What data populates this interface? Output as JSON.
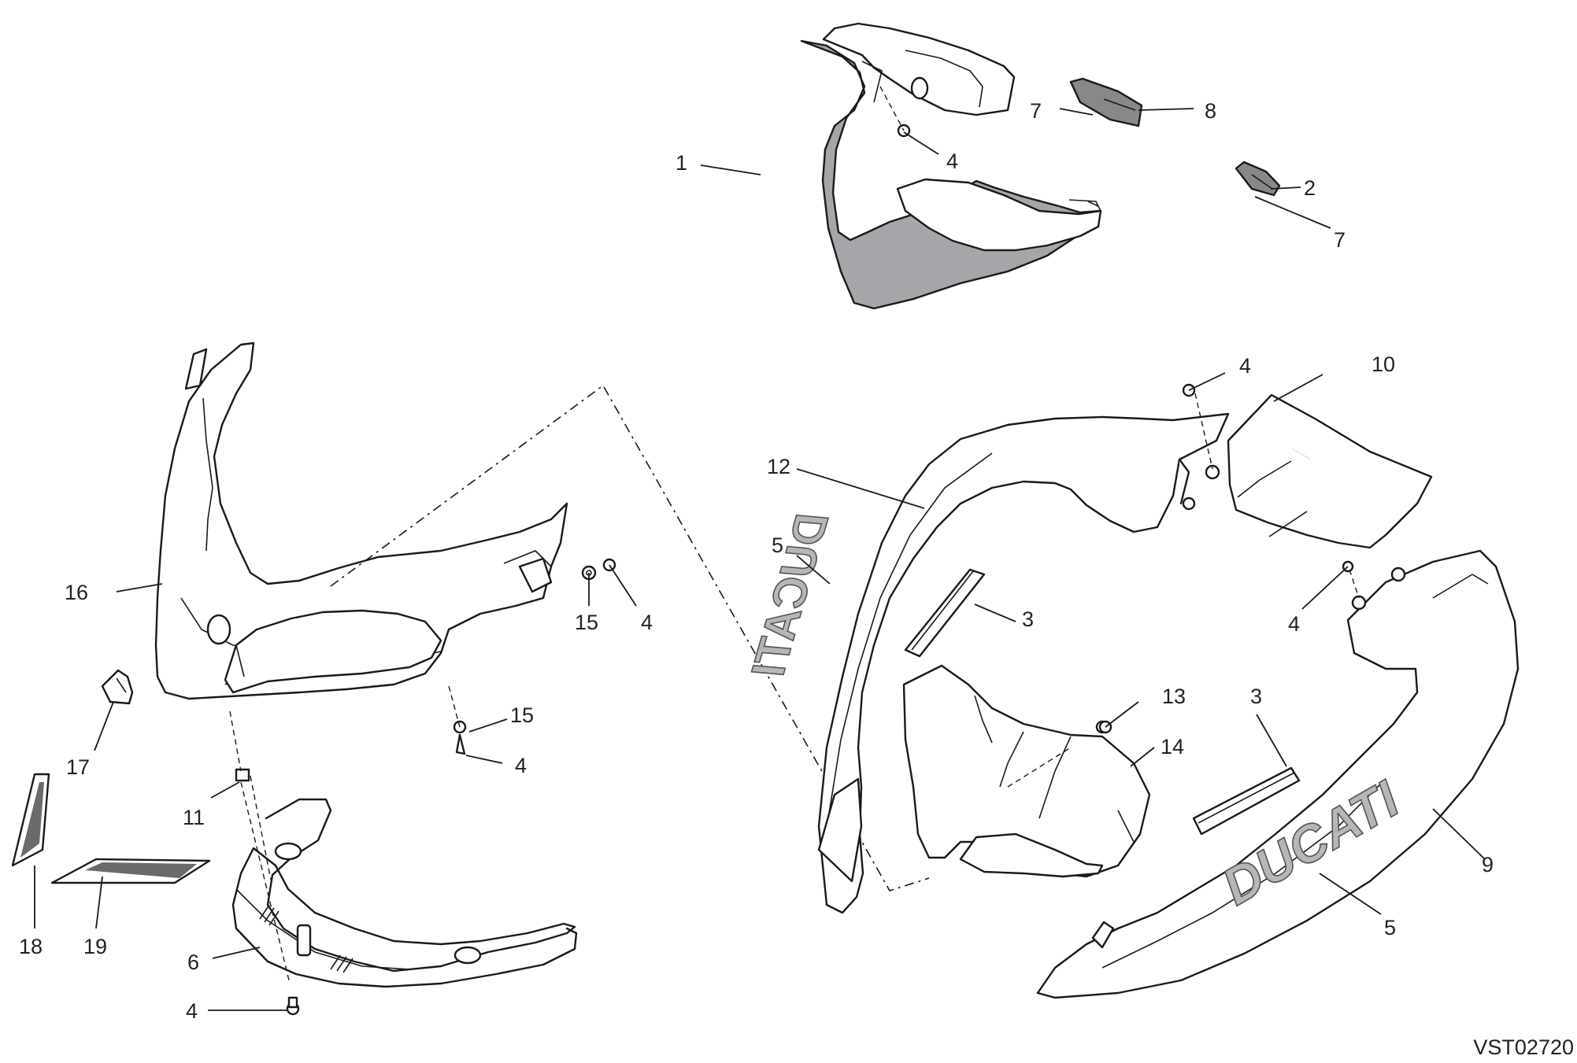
{
  "drawing_code": "VST02720",
  "callouts": [
    {
      "id": "c1",
      "text": "1"
    },
    {
      "id": "c2",
      "text": "2"
    },
    {
      "id": "c3a",
      "text": "3"
    },
    {
      "id": "c3b",
      "text": "3"
    },
    {
      "id": "c4a",
      "text": "4"
    },
    {
      "id": "c4b",
      "text": "4"
    },
    {
      "id": "c4c",
      "text": "4"
    },
    {
      "id": "c4d",
      "text": "4"
    },
    {
      "id": "c4e",
      "text": "4"
    },
    {
      "id": "c4f",
      "text": "4"
    },
    {
      "id": "c5a",
      "text": "5"
    },
    {
      "id": "c5b",
      "text": "5"
    },
    {
      "id": "c6",
      "text": "6"
    },
    {
      "id": "c7a",
      "text": "7"
    },
    {
      "id": "c7b",
      "text": "7"
    },
    {
      "id": "c8",
      "text": "8"
    },
    {
      "id": "c9",
      "text": "9"
    },
    {
      "id": "c10",
      "text": "10"
    },
    {
      "id": "c11",
      "text": "11"
    },
    {
      "id": "c12",
      "text": "12"
    },
    {
      "id": "c13",
      "text": "13"
    },
    {
      "id": "c14",
      "text": "14"
    },
    {
      "id": "c15a",
      "text": "15"
    },
    {
      "id": "c15b",
      "text": "15"
    },
    {
      "id": "c16",
      "text": "16"
    },
    {
      "id": "c17",
      "text": "17"
    },
    {
      "id": "c18",
      "text": "18"
    },
    {
      "id": "c19",
      "text": "19"
    }
  ],
  "decals": {
    "logo_text": "DUCATI"
  },
  "colors": {
    "line": "#1a1a1a",
    "grey_part": "#a4a6a9",
    "dark_sticker": "#6a6a6a",
    "logo_fill": "#b4b6b9"
  }
}
